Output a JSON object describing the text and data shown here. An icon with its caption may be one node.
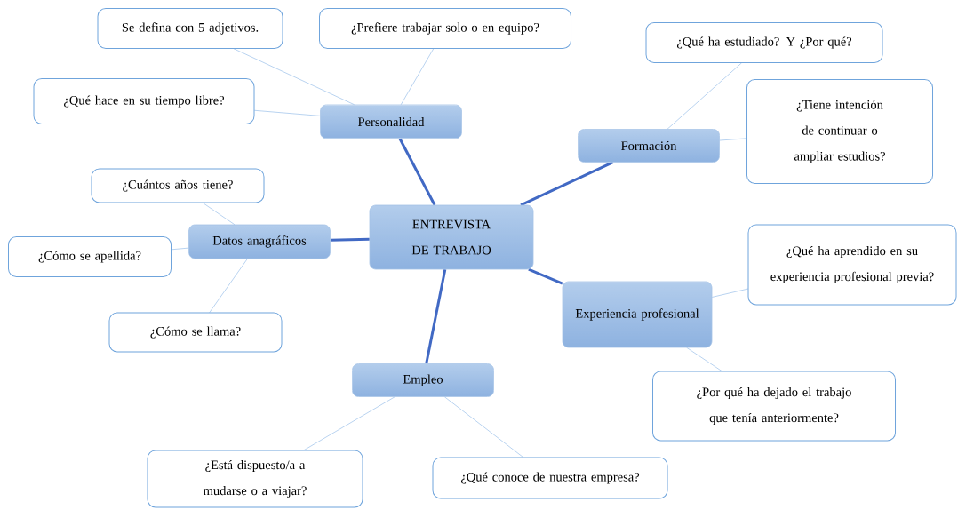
{
  "diagram": {
    "nodes": [
      {
        "text": [
          "ENTREVISTA DE TRABAJO"
        ]
      },
      {
        "text": [
          "Personalidad"
        ]
      },
      {
        "text": [
          "Se defina con 5 adjetivos."
        ]
      },
      {
        "text": [
          "¿Prefiere trabajar solo o en equipo?"
        ]
      },
      {
        "text": [
          "¿Qué hace en su tiempo libre?"
        ]
      },
      {
        "text": [
          "Formación"
        ]
      },
      {
        "text": [
          "¿Qué ha estudiado? Y ¿Por qué?"
        ]
      },
      {
        "text": [
          "¿Tiene intención de continuar o ampliar estudios?"
        ]
      },
      {
        "text": [
          "Datos anagráficos"
        ]
      },
      {
        "text": [
          "¿Cuántos años tiene?"
        ]
      },
      {
        "text": [
          "¿Cómo se apellida?"
        ]
      },
      {
        "text": [
          "¿Cómo se llama?"
        ]
      },
      {
        "text": [
          "Experiencia profesional"
        ]
      },
      {
        "text": [
          "¿Qué ha aprendido en su experiencia profesional previa?"
        ]
      },
      {
        "text": [
          "¿Por qué ha dejado el trabajo que tenía anteriormente?"
        ]
      },
      {
        "text": [
          "Empleo"
        ]
      },
      {
        "text": [
          "¿Está dispuesto/a a mudarse o a viajar?"
        ]
      },
      {
        "text": [
          "¿Qué conoce de nuestra empresa?"
        ]
      }
    ],
    "edges": [
      {
        "from": 0,
        "to": 1,
        "arrow": "none",
        "style": "thick",
        "color": "#4169c4"
      },
      {
        "from": 1,
        "to": 2,
        "arrow": "none"
      },
      {
        "from": 1,
        "to": 3,
        "arrow": "none"
      },
      {
        "from": 1,
        "to": 4,
        "arrow": "none"
      },
      {
        "from": 0,
        "to": 5,
        "arrow": "none",
        "style": "thick",
        "color": "#4169c4"
      },
      {
        "from": 5,
        "to": 6,
        "arrow": "none"
      },
      {
        "from": 5,
        "to": 7,
        "arrow": "none"
      },
      {
        "from": 0,
        "to": 8,
        "arrow": "none",
        "style": "thick",
        "color": "#4169c4"
      },
      {
        "from": 8,
        "to": 9,
        "arrow": "none"
      },
      {
        "from": 8,
        "to": 10,
        "arrow": "none"
      },
      {
        "from": 8,
        "to": 11,
        "arrow": "none"
      },
      {
        "from": 0,
        "to": 12,
        "arrow": "none",
        "style": "thick",
        "color": "#4169c4"
      },
      {
        "from": 12,
        "to": 13,
        "arrow": "none"
      },
      {
        "from": 12,
        "to": 14,
        "arrow": "none"
      },
      {
        "from": 0,
        "to": 15,
        "arrow": "none",
        "style": "thick",
        "color": "#4169c4"
      },
      {
        "from": 15,
        "to": 16,
        "arrow": "none"
      },
      {
        "from": 15,
        "to": 17,
        "arrow": "none"
      }
    ]
  }
}
